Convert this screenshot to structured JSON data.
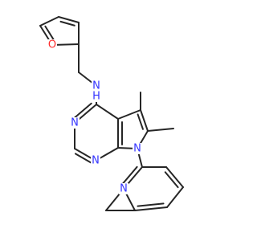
{
  "molecule": {
    "colors": {
      "bond": "#262626",
      "nitrogen": "#3333ff",
      "oxygen": "#ff2a2a",
      "background": "#ffffff"
    },
    "atoms": [
      {
        "id": "furan_O",
        "label": "O"
      },
      {
        "id": "amine_N",
        "label": "N"
      },
      {
        "id": "amine_H",
        "label": "H"
      },
      {
        "id": "pyrimidine_N3",
        "label": "N"
      },
      {
        "id": "pyrimidine_N1",
        "label": "N"
      },
      {
        "id": "pyrrole_N7",
        "label": "N"
      },
      {
        "id": "pyridine_N",
        "label": "N"
      }
    ]
  }
}
